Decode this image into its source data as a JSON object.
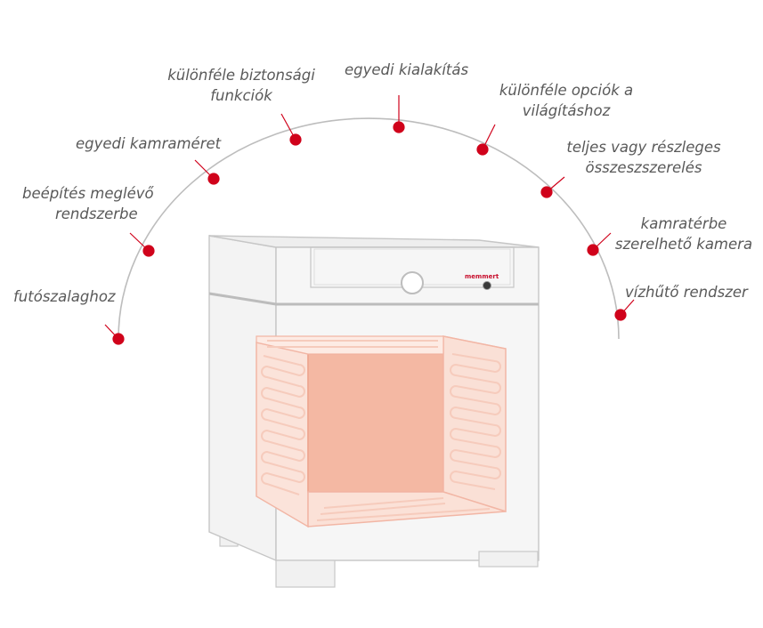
{
  "brand": {
    "logo_text": "memmert",
    "accent": "#d0021b"
  },
  "features": [
    {
      "id": "heating-strip",
      "lines": [
        "futószalaghoz"
      ]
    },
    {
      "id": "integration",
      "lines": [
        "beépítés meglévő",
        "rendszerbe"
      ]
    },
    {
      "id": "chamber-size",
      "lines": [
        "egyedi kamraméret"
      ]
    },
    {
      "id": "safety",
      "lines": [
        "különféle biztonsági",
        "funkciók"
      ]
    },
    {
      "id": "custom-design",
      "lines": [
        "egyedi kialakítás"
      ]
    },
    {
      "id": "lighting",
      "lines": [
        "különféle opciók a",
        "világításhoz"
      ]
    },
    {
      "id": "assembly",
      "lines": [
        "teljes vagy részleges",
        "összeszszerelés"
      ]
    },
    {
      "id": "camera",
      "lines": [
        "kamratérbe",
        "szerelhető kamera"
      ]
    },
    {
      "id": "water-cooling",
      "lines": [
        "vízhűtő rendszer"
      ]
    }
  ]
}
